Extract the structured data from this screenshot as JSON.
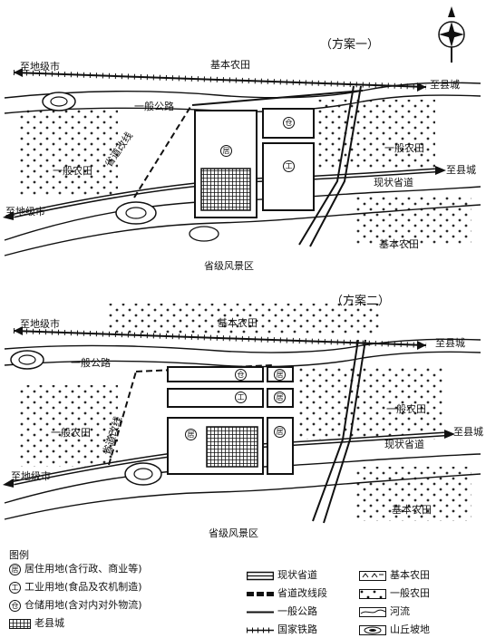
{
  "plan1": {
    "title": "（方案一）",
    "labels": {
      "basic_farmland_top": "基本农田",
      "to_prefecture_top": "至地级市",
      "to_county_top": "至县城",
      "general_road": "一般公路",
      "general_farmland_left": "一般农田",
      "provincial_realign": "省道改线",
      "to_prefecture_bottom": "至地级市",
      "general_farmland_right": "一般农田",
      "existing_provincial": "现状省道",
      "to_county_mid": "至县城",
      "basic_farmland_bottom": "基本农田",
      "scenic_area": "省级风景区"
    },
    "zones": {
      "residential": "居",
      "warehouse": "仓",
      "industrial": "工"
    }
  },
  "plan2": {
    "title": "（方案二）",
    "labels": {
      "basic_farmland_top": "基本农田",
      "to_prefecture_top": "至地级市",
      "to_county_top": "至县城",
      "general_road": "一般公路",
      "general_farmland_left": "一般农田",
      "provincial_realign": "省道改线",
      "to_prefecture_bottom": "至地级市",
      "general_farmland_right": "一般农田",
      "existing_provincial": "现状省道",
      "to_county_mid": "至县城",
      "basic_farmland_bottom": "基本农田",
      "scenic_area": "省级风景区"
    },
    "zones": {
      "residential": "居",
      "warehouse": "仓",
      "industrial": "工"
    }
  },
  "legend": {
    "title": "图例",
    "items": {
      "residential": "居住用地(含行政、商业等)",
      "industrial": "工业用地(食品及农机制造)",
      "warehouse": "仓储用地(含对内对外物流)",
      "old_town": "老县城",
      "existing_provincial": "现状省道",
      "provincial_realign": "省道改线段",
      "general_road": "一般公路",
      "national_railway": "国家铁路",
      "basic_farmland": "基本农田",
      "general_farmland": "一般农田",
      "river": "河流",
      "hill": "山丘坡地"
    },
    "symbols": {
      "residential": "居",
      "industrial": "工",
      "warehouse": "仓"
    }
  }
}
